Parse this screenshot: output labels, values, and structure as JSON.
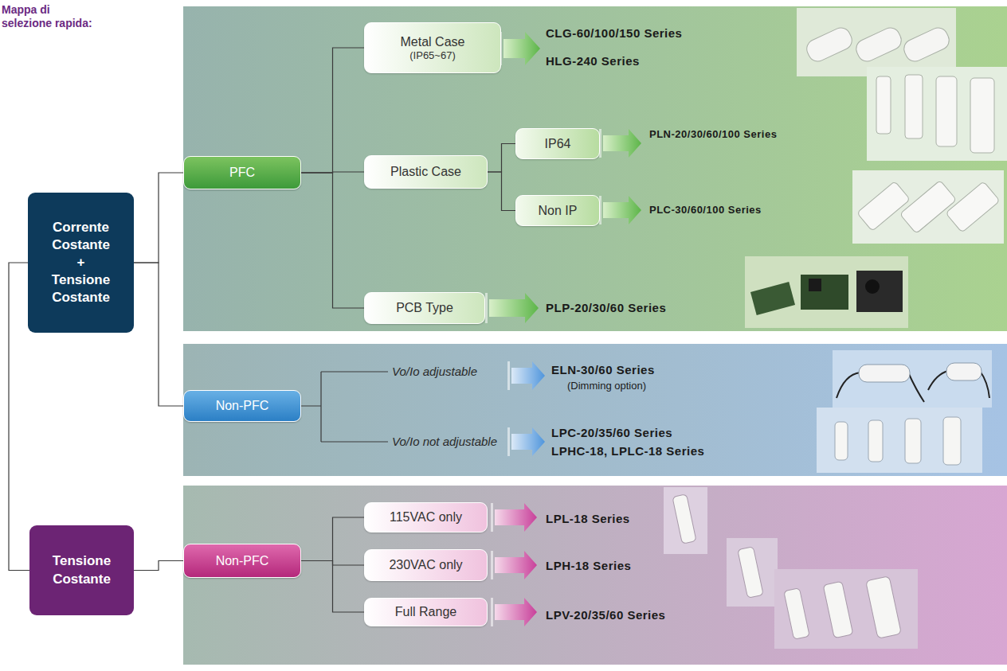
{
  "diagram": {
    "title": "Mappa di selezione rapida:",
    "nodes": [
      {
        "text": [
          "Corrente Costante + Tensione Costante"
        ]
      },
      {
        "text": [
          "PFC"
        ]
      },
      {
        "text": [
          "Metal Case",
          "(IP65~67)"
        ]
      },
      {
        "text": [
          "Plastic Case"
        ]
      },
      {
        "text": [
          "IP64"
        ]
      },
      {
        "text": [
          "Non IP"
        ]
      },
      {
        "text": [
          "PCB Type"
        ]
      },
      {
        "text": [
          "Non-PFC"
        ]
      },
      {
        "text": [
          "Tensione Costante"
        ]
      },
      {
        "text": [
          "Non-PFC"
        ]
      },
      {
        "text": [
          "115VAC only"
        ]
      },
      {
        "text": [
          "230VAC only"
        ]
      },
      {
        "text": [
          "Full Range"
        ]
      }
    ],
    "edges": [
      {
        "from": 0,
        "to": 1,
        "arrow": "none"
      },
      {
        "from": 0,
        "to": 7,
        "arrow": "none"
      },
      {
        "from": 0,
        "to": 8,
        "arrow": "none"
      },
      {
        "from": 1,
        "to": 2,
        "arrow": "none"
      },
      {
        "from": 1,
        "to": 3,
        "arrow": "none"
      },
      {
        "from": 1,
        "to": 6,
        "arrow": "none"
      },
      {
        "from": 3,
        "to": 4,
        "arrow": "none"
      },
      {
        "from": 3,
        "to": 5,
        "arrow": "none"
      },
      {
        "from": 8,
        "to": 9,
        "arrow": "none"
      },
      {
        "from": 9,
        "to": 10,
        "arrow": "none"
      },
      {
        "from": 9,
        "to": 11,
        "arrow": "none"
      },
      {
        "from": 9,
        "to": 12,
        "arrow": "none"
      }
    ],
    "labels": [
      "CLG-60/100/150 Series",
      "HLG-240 Series",
      "PLN-20/30/60/100 Series",
      "PLC-30/60/100 Series",
      "PLP-20/30/60 Series",
      "Vo/Io adjustable",
      "ELN-30/60 Series",
      "(Dimming option)",
      "Vo/Io not adjustable",
      "LPC-20/35/60 Series",
      "LPHC-18, LPLC-18 Series",
      "LPL-18 Series",
      "LPH-18 Series",
      "LPV-20/35/60 Series"
    ]
  }
}
